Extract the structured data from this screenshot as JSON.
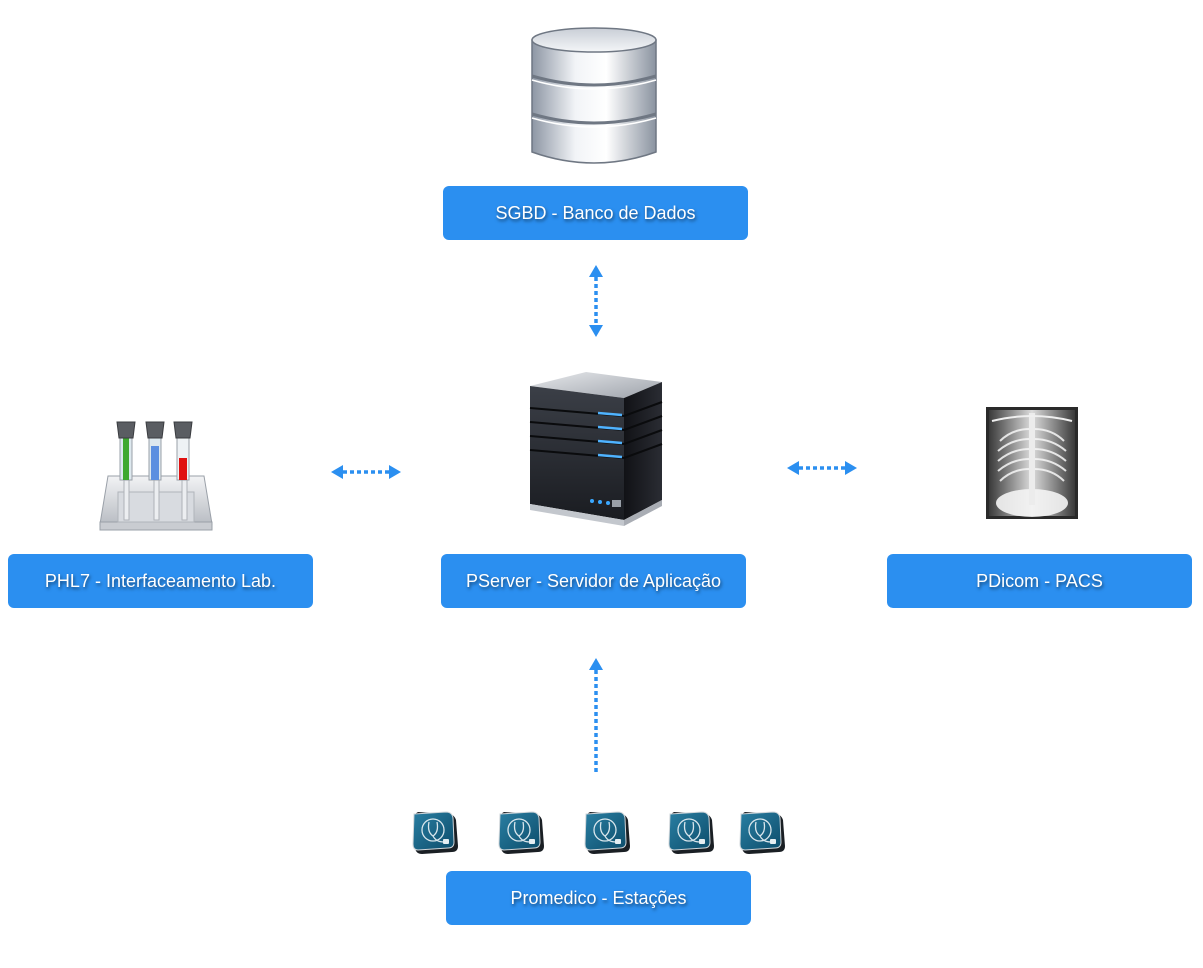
{
  "diagram": {
    "accent_color": "#2b8ff0",
    "nodes": {
      "database": {
        "label": "SGBD - Banco de Dados",
        "icon": "database-icon"
      },
      "server": {
        "label": "PServer - Servidor de Aplicação",
        "icon": "server-icon"
      },
      "lab": {
        "label": "PHL7 - Interfaceamento Lab.",
        "icon": "test-tubes-icon"
      },
      "pacs": {
        "label": "PDicom - PACS",
        "icon": "xray-icon"
      },
      "stations": {
        "label": "Promedico - Estações",
        "icon": "stethoscope-app-icon",
        "station_count": 5
      }
    },
    "connections": [
      {
        "from": "database",
        "to": "server",
        "direction": "bidirectional",
        "style": "dotted"
      },
      {
        "from": "lab",
        "to": "server",
        "direction": "bidirectional",
        "style": "dotted"
      },
      {
        "from": "pacs",
        "to": "server",
        "direction": "bidirectional",
        "style": "dotted"
      },
      {
        "from": "stations",
        "to": "server",
        "direction": "one-way",
        "style": "dotted"
      }
    ]
  }
}
